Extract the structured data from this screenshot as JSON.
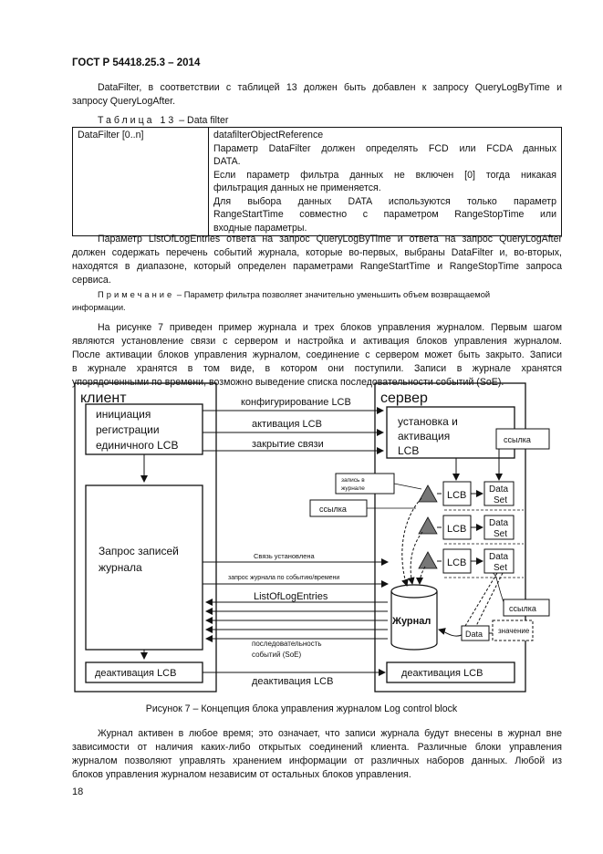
{
  "header": {
    "title": "ГОСТ Р 54418.25.3 – 2014"
  },
  "intro": {
    "line1": "DataFilter, в соответствии с таблицей 13 должен быть добавлен к запросу QueryLogByTime и",
    "line2": "запросу QueryLogAfter."
  },
  "table": {
    "caption_prefix": "Таблица 13",
    "caption_suffix": " – Data filter",
    "col1": "DataFilter [0..n]",
    "rows": [
      "datafilterObjectReference",
      "Параметр DataFilter должен определять FCD или FCDA данных",
      "DATA.",
      "Если параметр фильтра данных не включен [0] тогда никакая",
      "фильтрация данных не применяется.",
      "Для выбора данных DATA используются только параметр",
      "RangeStartTime совместно с параметром RangeStopTime или",
      "входные параметры."
    ]
  },
  "para1": [
    "Параметр ListOfLogEntries ответа на запрос QueryLogByTime и ответа на запрос QueryLogAfter",
    "должен содержать перечень событий журнала, которые во-первых, выбраны DataFilter и, во-вторых,",
    "находятся в диапазоне, который определен параметрами RangeStartTime и RangeStopTime запроса",
    "сервиса."
  ],
  "note": {
    "label": "Примечание",
    "line1": " – Параметр фильтра позволяет значительно уменьшить объем возвращаемой",
    "line2": "информации."
  },
  "para2": [
    "На рисунке 7 приведен пример журнала и трех блоков управления журналом. Первым шагом",
    "являются установление связи с сервером и настройка и активация блоков управления журналом.",
    "После активации блоков управления журналом, соединение с сервером может быть закрыто. Записи",
    "в журнале хранятся в том виде, в котором они поступили. Записи в журнале хранятся",
    "упорядоченными по времени, возможно выведение списка последовательности событий (SoE)."
  ],
  "figure": {
    "client_title": "клиент",
    "server_title": "сервер",
    "init_box": [
      "инициация",
      "регистрации",
      "единичного LCB"
    ],
    "query_box": [
      "Запрос записей",
      "журнала"
    ],
    "deact_client": "деактивация LCB",
    "setup_box": [
      "установка и",
      "активация",
      "LCB"
    ],
    "link1": "ссылка",
    "link2": "ссылка",
    "link3": "ссылка",
    "record_label": [
      "запись в",
      "журнале"
    ],
    "lcb": "LCB",
    "dataset": [
      "Data",
      "Set"
    ],
    "journal": "Журнал",
    "data_label": "Data",
    "value_label": "значение",
    "deact_server": "деактивация LCB",
    "arrows": {
      "configure": "конфигурирование LCB",
      "activate": "активация LCB",
      "close": "закрытие связи",
      "connected": "Связь установлена",
      "request": "запрос журнала по событию/времени",
      "list": "ListOfLogEntries",
      "soe": [
        "последовательность",
        "событий (SoE)"
      ],
      "deactivate": "деактивация LCB"
    },
    "caption": "Рисунок 7 – Концепция блока управления журналом Log control block"
  },
  "para3": [
    "Журнал активен в любое время; это означает, что записи журнала будут внесены в журнал вне",
    "зависимости от наличия каких-либо открытых соединений клиента. Различные блоки управления",
    "журналом позволяют управлять хранением информации от различных наборов данных. Любой из",
    "блоков управления журналом независим от остальных блоков управления."
  ],
  "page_number": "18"
}
